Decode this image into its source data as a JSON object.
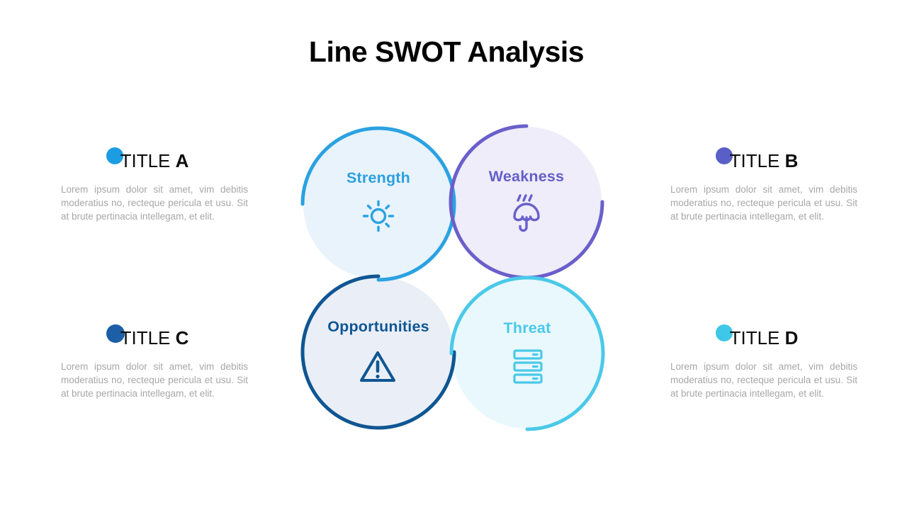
{
  "slide": {
    "title": "Line SWOT Analysis",
    "background_color": "#ffffff"
  },
  "diagram": {
    "quadrants": [
      {
        "name": "strength",
        "label": "Strength",
        "icon": "sun-icon",
        "stroke_color": "#2AA2E2",
        "fill_color": "#E9F3FB",
        "label_color": "#2BA0E0"
      },
      {
        "name": "weakness",
        "label": "Weakness",
        "icon": "rain-umbrella-icon",
        "stroke_color": "#6A5FCB",
        "fill_color": "#EEEDF9",
        "label_color": "#655FC8"
      },
      {
        "name": "opportunities",
        "label": "Opportunities",
        "icon": "warning-triangle-icon",
        "stroke_color": "#0F5693",
        "fill_color": "#EAEFF7",
        "label_color": "#0F5693"
      },
      {
        "name": "threat",
        "label": "Threat",
        "icon": "server-stack-icon",
        "stroke_color": "#4AC9E9",
        "fill_color": "#E9F8FD",
        "label_color": "#49C9E9"
      }
    ]
  },
  "info_blocks": [
    {
      "position": "top-left",
      "title_prefix": "TITLE",
      "title_letter": "A",
      "dot_color": "#1C9DE2",
      "body": "Lorem ipsum dolor sit amet, vim debitis moderatius no, recteque pericula et usu. Sit at brute pertinacia intellegam, et elit."
    },
    {
      "position": "top-right",
      "title_prefix": "TITLE",
      "title_letter": "B",
      "dot_color": "#595FC6",
      "body": "Lorem ipsum dolor sit amet, vim debitis moderatius no, recteque pericula et usu. Sit at brute pertinacia intellegam, et elit."
    },
    {
      "position": "bottom-left",
      "title_prefix": "TITLE",
      "title_letter": "C",
      "dot_color": "#1D5FA6",
      "body": "Lorem ipsum dolor sit amet, vim debitis moderatius no, recteque pericula et usu. Sit at brute pertinacia intellegam, et elit."
    },
    {
      "position": "bottom-right",
      "title_prefix": "TITLE",
      "title_letter": "D",
      "dot_color": "#3FC7E8",
      "body": "Lorem ipsum dolor sit amet, vim debitis moderatius no, recteque pericula et usu. Sit at brute pertinacia intellegam, et elit."
    }
  ]
}
